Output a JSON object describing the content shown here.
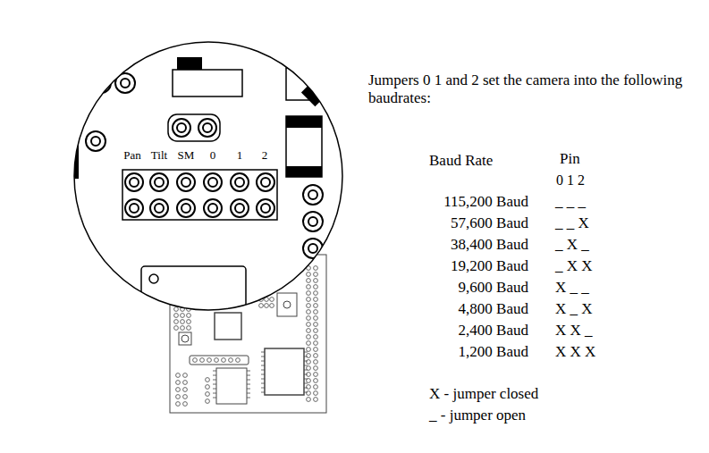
{
  "diagram": {
    "labels": [
      "Jumpers 0 1 and 2 set the camera into the following baudrates:",
      "Pan",
      "Tilt",
      "SM",
      "0",
      "1",
      "2",
      "Baud Rate",
      "Pin",
      "0 1 2",
      "115,200 Baud",
      "_ _ _",
      "57,600 Baud",
      "_ _ X",
      "38,400 Baud",
      "_ X _",
      "19,200 Baud",
      "_ X X",
      "9,600 Baud",
      "X _ _",
      "4,800 Baud",
      "X _ X",
      "2,400 Baud",
      "X X _",
      "1,200 Baud",
      "X X X",
      "X - jumper closed",
      "_ - jumper open"
    ]
  }
}
